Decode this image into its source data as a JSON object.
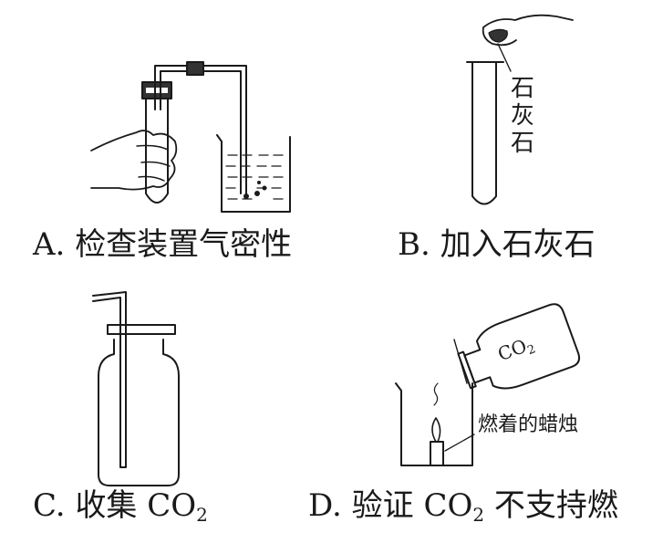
{
  "panels": {
    "a": {
      "caption_letter": "A.",
      "caption_text": "检查装置气密性"
    },
    "b": {
      "caption_letter": "B.",
      "caption_text": "加入石灰石",
      "side_label": [
        "石",
        "灰",
        "石"
      ]
    },
    "c": {
      "caption_letter": "C.",
      "caption_text": "收集 CO",
      "caption_sub": "2"
    },
    "d": {
      "caption_letter": "D.",
      "caption_text": "验证 CO",
      "caption_sub": "2",
      "caption_tail": " 不支持燃",
      "bottle_label": "CO",
      "bottle_sub": "2",
      "candle_label": "燃着的蜡烛"
    }
  }
}
